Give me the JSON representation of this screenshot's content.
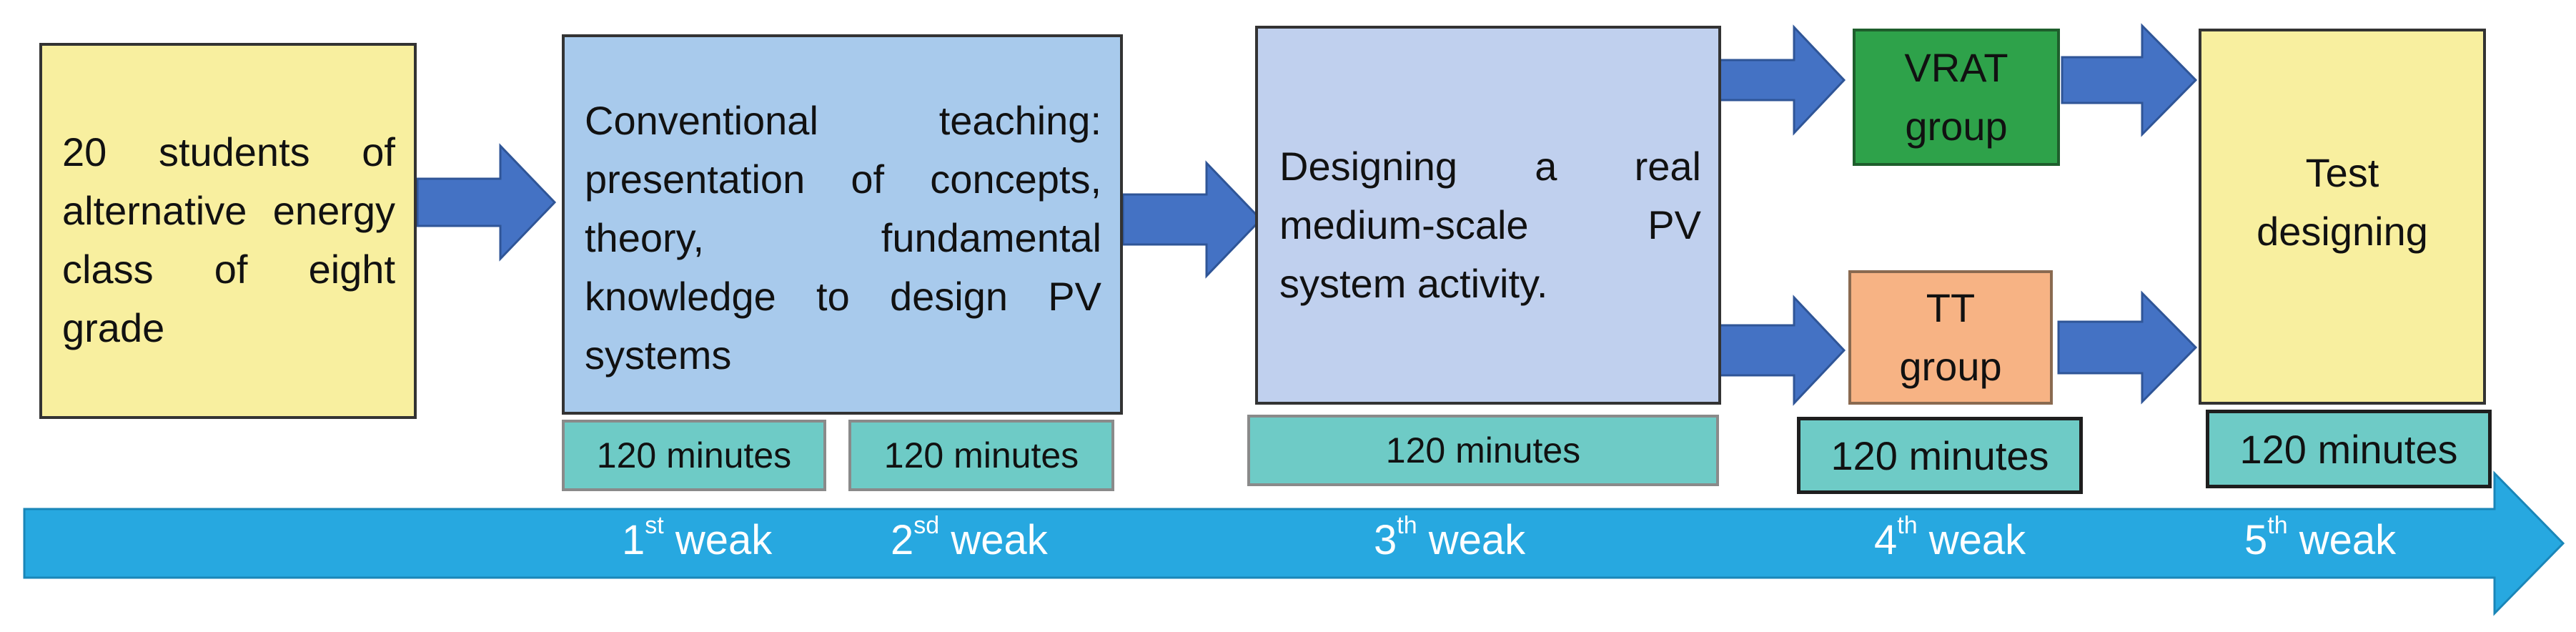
{
  "boxes": {
    "students": "20 students of alternative energy class of eight grade",
    "conventional": "Conventional teaching: presentation of concepts, theory, fundamental knowledge to design PV systems",
    "designing": "Designing a real medium-scale PV system activity.",
    "vrat": "VRAT group",
    "tt": "TT group",
    "test": "Test designing"
  },
  "durations": {
    "d1": "120 minutes",
    "d2": "120 minutes",
    "d3": "120 minutes",
    "d4": "120 minutes",
    "d5": "120 minutes"
  },
  "weeks": [
    {
      "num": "1",
      "sup": "st",
      "label": "weak"
    },
    {
      "num": "2",
      "sup": "sd",
      "label": "weak"
    },
    {
      "num": "3",
      "sup": "th",
      "label": "weak"
    },
    {
      "num": "4",
      "sup": "th",
      "label": "weak"
    },
    {
      "num": "5",
      "sup": "th",
      "label": "weak"
    }
  ],
  "colors": {
    "yellow": "#f8ef9f",
    "blue_light": "#a8caec",
    "lavender": "#c0d0ee",
    "green": "#2ea24a",
    "orange": "#f7b384",
    "teal": "#6ecbc6",
    "timeline": "#27a8e0",
    "arrow": "#4472c4"
  }
}
